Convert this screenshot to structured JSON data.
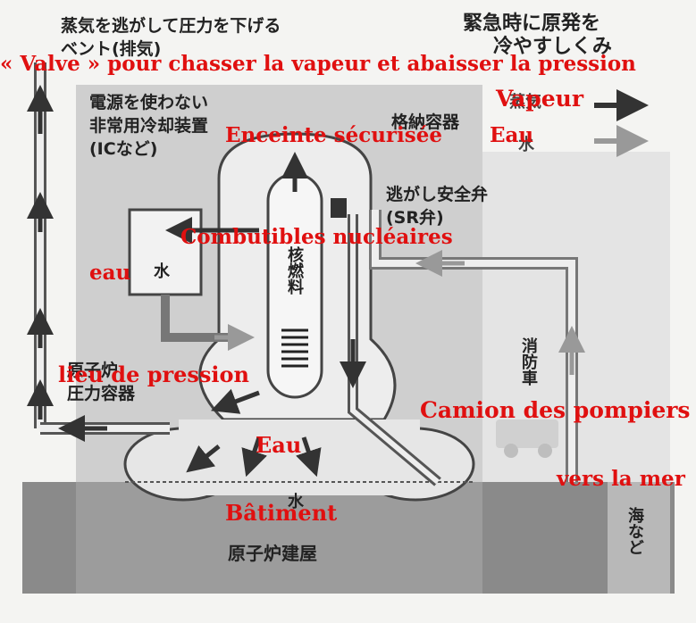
{
  "jp": {
    "vent_line1": "蒸気を逃がして圧力を下げる",
    "vent_line2": "ベント(排気)",
    "title_line1": "緊急時に原発を",
    "title_line2": "冷やすしくみ",
    "ic_line1": "電源を使わない",
    "ic_line2": "非常用冷却装置",
    "ic_line3": "(ICなど)",
    "containment": "格納容器",
    "sr_line1": "逃がし安全弁",
    "sr_line2": "(SR弁)",
    "fuel": "核燃料",
    "water_tank": "水",
    "pressure_line1": "原子炉",
    "pressure_line2": "圧力容器",
    "fire_truck": "消防車",
    "pool_water": "水",
    "building": "原子炉建屋",
    "sea": "海など",
    "legend_steam": "蒸気",
    "legend_water": "水"
  },
  "fr": {
    "vent": "« Valve » pour chasser la vapeur et abaisser la pression",
    "steam": "Vapeur",
    "containment": "Enceinte sécurisée",
    "water_legend": "Eau",
    "fuel": "Combutibles nucléaires",
    "water_tank": "eau",
    "pressure": "lieu de pression",
    "fire_truck": "Camion des pompiers",
    "sea": "vers la mer",
    "pool_water": "Eau",
    "building": "Bâtiment"
  },
  "colors": {
    "steam_arrow": "#333333",
    "water_arrow": "#9a9a9a",
    "annotation": "#e01010"
  }
}
